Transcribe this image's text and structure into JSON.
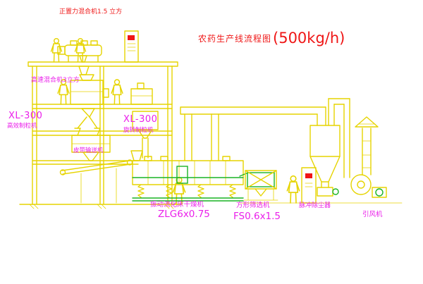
{
  "title": {
    "main": "农药生产线流程图",
    "capacity": "(500kg/h)"
  },
  "labels": {
    "top_mixer": "正置力混合机1.5 立方",
    "high_speed_mixer": "高速混合机3立方",
    "granulator_left_model": "XL-300",
    "granulator_left_name": "高效制粒机",
    "granulator_center_model": "XL-300",
    "granulator_center_name": "旋转制粒机",
    "belt_conveyor": "皮带输送机",
    "dryer_name": "振动流化床干燥机",
    "dryer_model": "ZLG6x0.75",
    "sifter_name": "方形筛选机",
    "sifter_model": "FS0.6x1.5",
    "dust_collector": "脉冲除尘器",
    "fan": "引风机"
  },
  "colors": {
    "yellow": "#e6d400",
    "green": "#19b424",
    "magenta": "#ea1fea",
    "red": "#ef1616",
    "bg": "#ffffff"
  }
}
